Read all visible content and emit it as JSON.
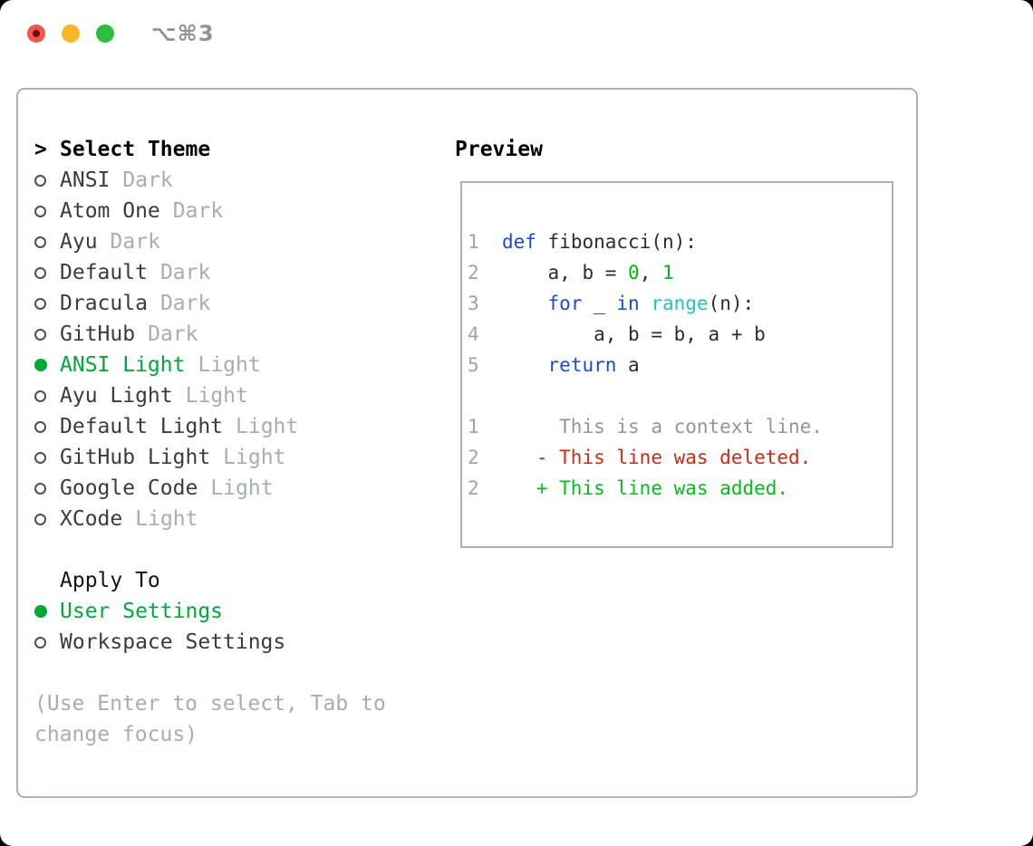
{
  "window": {
    "shortcut_label": "⌥⌘3",
    "traffic_lights": [
      {
        "name": "close",
        "color": "#f4564e"
      },
      {
        "name": "minimize",
        "color": "#f9b826"
      },
      {
        "name": "zoom",
        "color": "#2ebd41"
      }
    ]
  },
  "theme_panel": {
    "header_prefix": ">",
    "title": "Select Theme",
    "themes": [
      {
        "name": "ANSI",
        "variant": "Dark",
        "selected": false
      },
      {
        "name": "Atom One",
        "variant": "Dark",
        "selected": false
      },
      {
        "name": "Ayu",
        "variant": "Dark",
        "selected": false
      },
      {
        "name": "Default",
        "variant": "Dark",
        "selected": false
      },
      {
        "name": "Dracula",
        "variant": "Dark",
        "selected": false
      },
      {
        "name": "GitHub",
        "variant": "Dark",
        "selected": false
      },
      {
        "name": "ANSI Light",
        "variant": "Light",
        "selected": true
      },
      {
        "name": "Ayu Light",
        "variant": "Light",
        "selected": false
      },
      {
        "name": "Default Light",
        "variant": "Light",
        "selected": false
      },
      {
        "name": "GitHub Light",
        "variant": "Light",
        "selected": false
      },
      {
        "name": "Google Code",
        "variant": "Light",
        "selected": false
      },
      {
        "name": "XCode",
        "variant": "Light",
        "selected": false
      }
    ],
    "apply_to": {
      "title": "Apply To",
      "options": [
        {
          "label": "User Settings",
          "selected": true
        },
        {
          "label": "Workspace Settings",
          "selected": false
        }
      ]
    },
    "help_lines": [
      "(Use Enter to select, Tab to",
      "change focus)"
    ]
  },
  "preview": {
    "title": "Preview",
    "lines": [
      {
        "num": "1",
        "tokens": [
          [
            "kw",
            "def"
          ],
          [
            "pl",
            " fibonacci(n):"
          ]
        ]
      },
      {
        "num": "2",
        "tokens": [
          [
            "pl",
            "    a, b = "
          ],
          [
            "num",
            "0"
          ],
          [
            "pl",
            ", "
          ],
          [
            "num",
            "1"
          ]
        ]
      },
      {
        "num": "3",
        "tokens": [
          [
            "pl",
            "    "
          ],
          [
            "kw",
            "for"
          ],
          [
            "pl",
            " _ "
          ],
          [
            "kw",
            "in"
          ],
          [
            "pl",
            " "
          ],
          [
            "bi",
            "range"
          ],
          [
            "pl",
            "(n):"
          ]
        ]
      },
      {
        "num": "4",
        "tokens": [
          [
            "pl",
            "        a, b = b, a + b"
          ]
        ]
      },
      {
        "num": "5",
        "tokens": [
          [
            "pl",
            "    "
          ],
          [
            "kw",
            "return"
          ],
          [
            "pl",
            " a"
          ]
        ]
      },
      {
        "num": "",
        "tokens": []
      },
      {
        "num": "1",
        "tokens": [
          [
            "ctx",
            "     This is a context line."
          ]
        ]
      },
      {
        "num": "2",
        "tokens": [
          [
            "del",
            "   - This line was deleted."
          ]
        ]
      },
      {
        "num": "2",
        "tokens": [
          [
            "add",
            "   + This line was added."
          ]
        ]
      }
    ]
  },
  "colors": {
    "selection_green": "#00a838",
    "keyword_blue": "#1a49d6",
    "builtin_cyan": "#20c3cb",
    "number_green": "#00b31c",
    "diff_deleted_red": "#cd2a16",
    "diff_added_green": "#00bd17",
    "muted_gray": "#a4adb8",
    "border_gray": "#a9b2bd"
  }
}
